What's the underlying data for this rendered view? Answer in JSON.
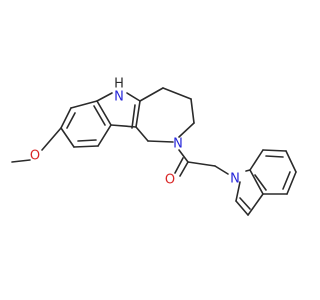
{
  "atoms": {
    "nh_label": "H",
    "n_pyrrole_label": "N",
    "n_amide_label": "N",
    "o_carbonyl_label": "O",
    "o_methoxy_label": "O",
    "n_indole_label": "N"
  },
  "colors": {
    "bond": "#2b2b2b",
    "nitrogen": "#2626d9",
    "oxygen": "#d92626",
    "background": "#ffffff"
  }
}
